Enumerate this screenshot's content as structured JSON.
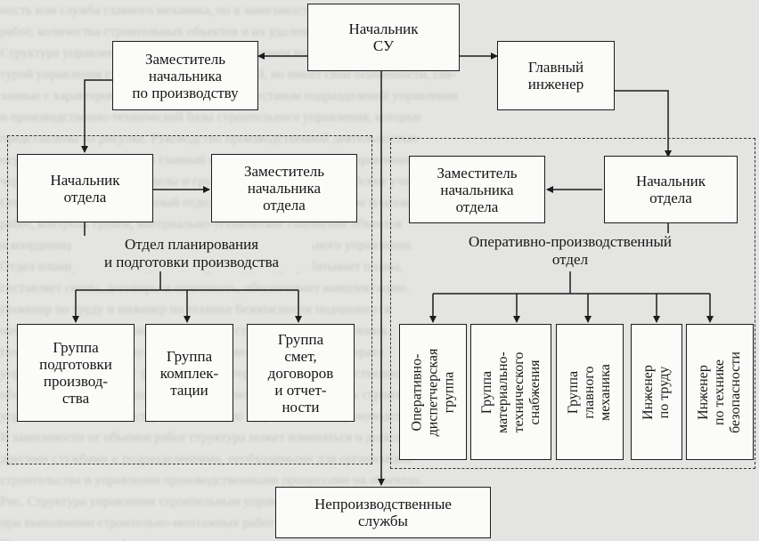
{
  "chart": {
    "head": "Начальник\nСУ",
    "deputy_production": "Заместитель\nначальника\nпо производству",
    "chief_engineer": "Главный\nинженер",
    "left_dept_head": "Начальник\nотдела",
    "left_dept_deputy": "Заместитель\nначальника\nотдела",
    "left_dept_name": "Отдел планирования\nи подготовки производства",
    "group_prep": "Группа\nподготовки\nпроизвод-\nства",
    "group_kompl": "Группа\nкомплек-\nтации",
    "group_smet": "Группа\nсмет,\nдоговоров\nи отчет-\nности",
    "right_dept_deputy": "Заместитель\nначальника\nотдела",
    "right_dept_head": "Начальник\nотдела",
    "right_dept_name": "Оперативно-производственный\nотдел",
    "group_dispatch": "Оперативно-\nдиспетчерская\nгруппа",
    "group_supply": "Группа\nматериально-\nтехнического\nснабжения",
    "group_mechanic": "Группа\nглавного\nмеханика",
    "engineer_labor": "Инженер\nпо труду",
    "engineer_safety": "Инженер\nпо технике\nбезопасности",
    "nonprod": "Непроизводственные\nслужбы"
  },
  "colors": {
    "line": "#1c1c1c",
    "box": "#fbfbf9",
    "paper": "#e4e4e2"
  }
}
